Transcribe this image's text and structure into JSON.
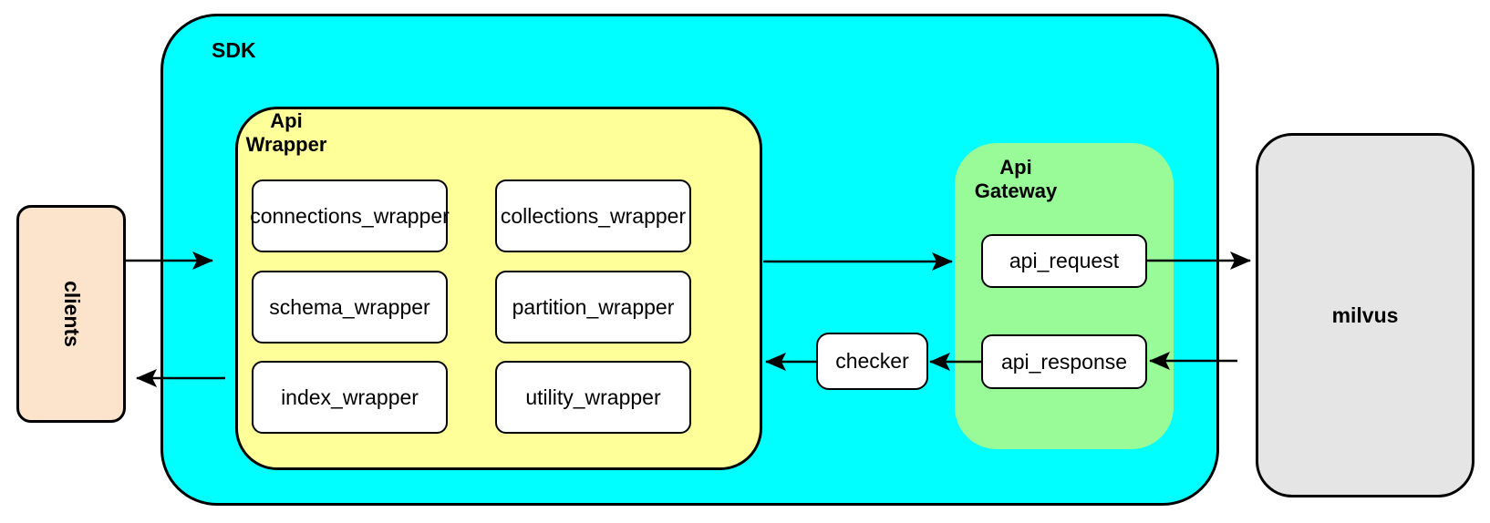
{
  "diagram": {
    "nodes": {
      "clients": {
        "label": "clients",
        "fill": "#FBE3CC"
      },
      "sdk": {
        "label": "SDK",
        "fill": "#00FFFF"
      },
      "api_wrapper": {
        "label": "Api\nWrapper",
        "fill": "#FFFF99",
        "modules": [
          "connections_wrapper",
          "collections_wrapper",
          "schema_wrapper",
          "partition_wrapper",
          "index_wrapper",
          "utility_wrapper"
        ]
      },
      "checker": {
        "label": "checker",
        "fill": "#FFFFFF"
      },
      "api_gateway": {
        "label": "Api\nGateway",
        "fill": "#98FB98",
        "children": [
          "api_request",
          "api_response"
        ]
      },
      "milvus": {
        "label": "milvus",
        "fill": "#E5E5E5"
      }
    },
    "connections": [
      {
        "from": "clients",
        "to": "sdk"
      },
      {
        "from": "api_wrapper",
        "to": "api_request"
      },
      {
        "from": "api_request",
        "to": "milvus"
      },
      {
        "from": "milvus",
        "to": "api_response"
      },
      {
        "from": "api_response",
        "to": "checker"
      },
      {
        "from": "checker",
        "to": "api_wrapper"
      },
      {
        "from": "sdk",
        "to": "clients"
      }
    ],
    "stroke_color": "#000000",
    "background": "#FFFFFF"
  }
}
